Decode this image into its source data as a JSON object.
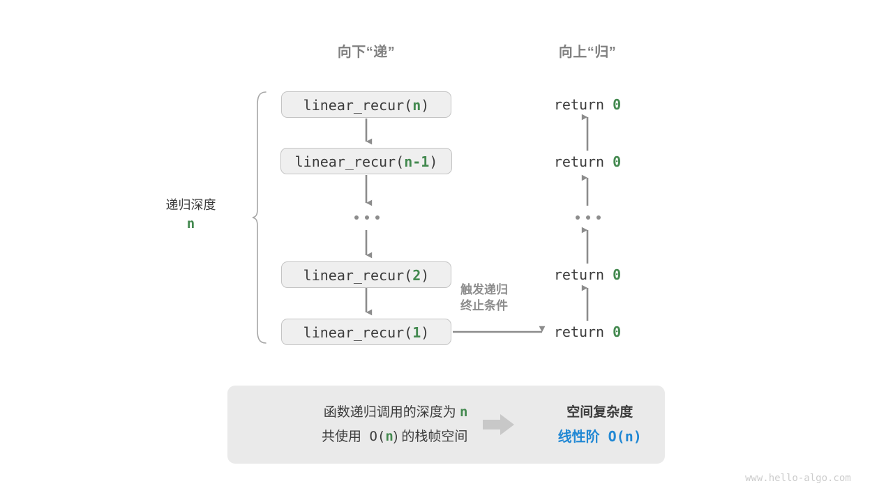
{
  "headers": {
    "down": "向下“递”",
    "up": "向上“归”"
  },
  "depth_label": {
    "text": "递归深度",
    "value": "n"
  },
  "calls": [
    {
      "prefix": "linear_recur(",
      "arg": "n",
      "suffix": ")"
    },
    {
      "prefix": "linear_recur(",
      "arg": "n-1",
      "suffix": ")"
    },
    {
      "prefix": "linear_recur(",
      "arg": "2",
      "suffix": ")"
    },
    {
      "prefix": "linear_recur(",
      "arg": "1",
      "suffix": ")"
    }
  ],
  "returns": [
    {
      "keyword": "return",
      "value": "0"
    },
    {
      "keyword": "return",
      "value": "0"
    },
    {
      "keyword": "return",
      "value": "0"
    },
    {
      "keyword": "return",
      "value": "0"
    }
  ],
  "ellipsis": "...",
  "trigger_note": {
    "line1": "触发递归",
    "line2": "终止条件"
  },
  "callout": {
    "left_line1_a": "函数递归调用的深度为 ",
    "left_line1_b": "n",
    "left_line2_a": "共使用 O(",
    "left_line2_b": "n",
    "left_line2_c": ") 的栈帧空间",
    "right_title": "空间复杂度",
    "right_value": "线性阶 O(n)"
  },
  "watermark": "www.hello-algo.com",
  "colors": {
    "green": "#43894f",
    "blue": "#2188d4",
    "gray_text": "#3c3c3c",
    "gray_muted": "#808080",
    "box_fill": "#efefef",
    "box_border": "#c4c4c4",
    "callout_fill": "#eaeaea",
    "arrow": "#8c8c8c",
    "watermark": "#cccccc"
  }
}
